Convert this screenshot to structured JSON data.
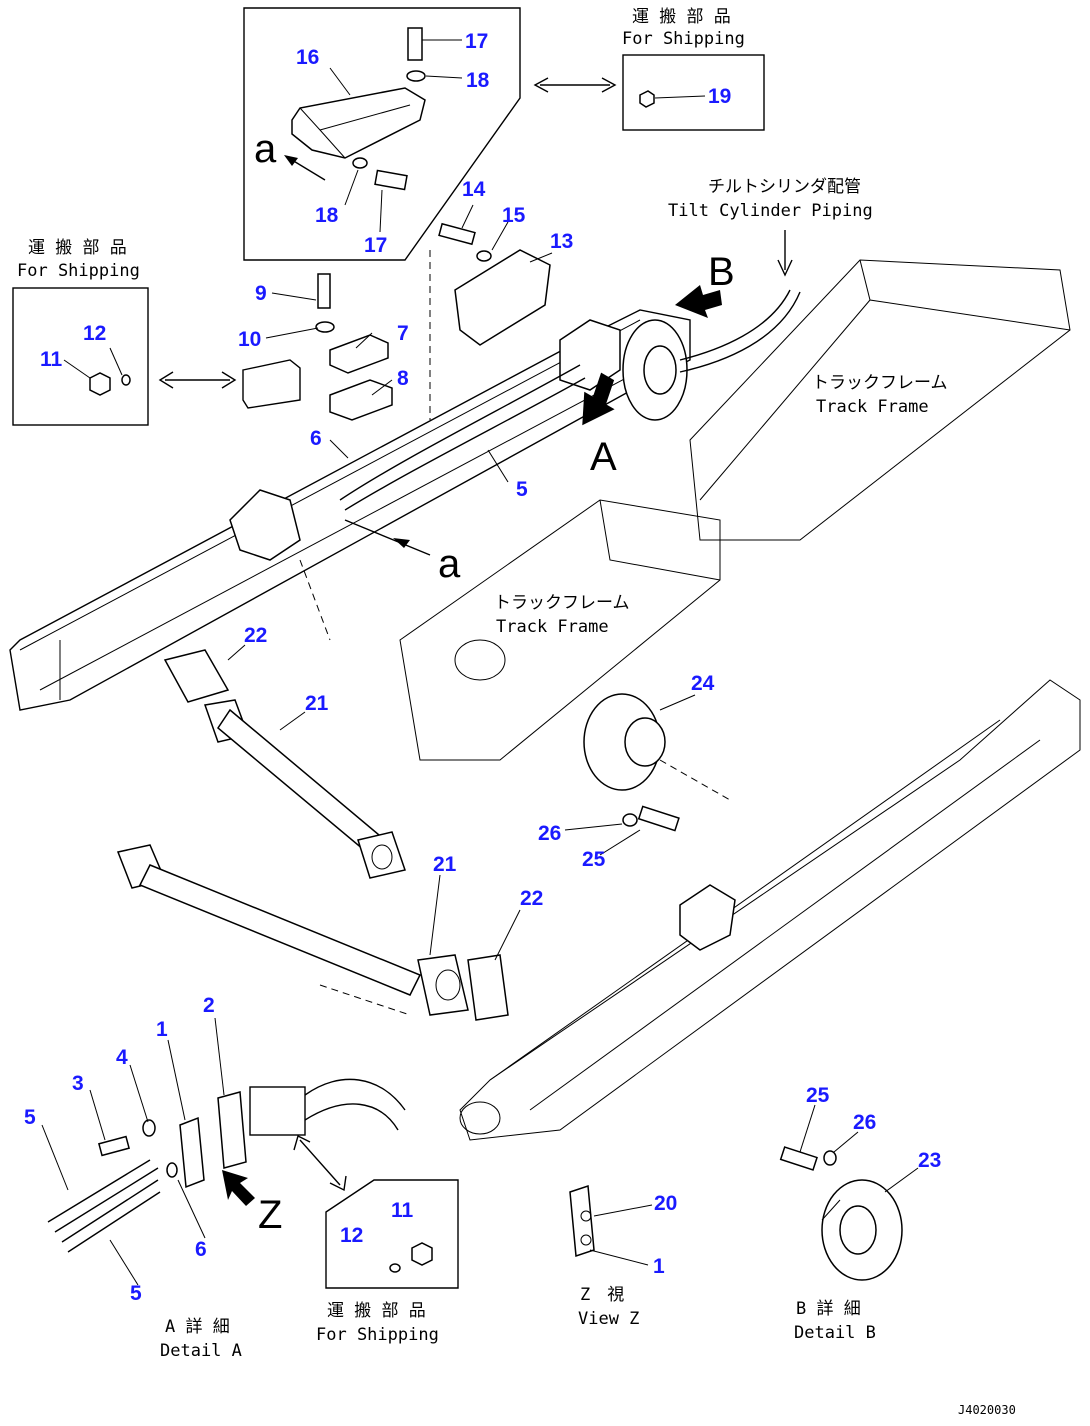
{
  "callouts": {
    "c1": "1",
    "c1b": "1",
    "c2": "2",
    "c3": "3",
    "c4": "4",
    "c5a": "5",
    "c5b": "5",
    "c5c": "5",
    "c6a": "6",
    "c6b": "6",
    "c7": "7",
    "c8": "8",
    "c9": "9",
    "c10": "10",
    "c11a": "11",
    "c11b": "11",
    "c12a": "12",
    "c12b": "12",
    "c13": "13",
    "c14": "14",
    "c15": "15",
    "c16": "16",
    "c17a": "17",
    "c17b": "17",
    "c18a": "18",
    "c18b": "18",
    "c19": "19",
    "c20": "20",
    "c21a": "21",
    "c21b": "21",
    "c22a": "22",
    "c22b": "22",
    "c23": "23",
    "c24": "24",
    "c25a": "25",
    "c25b": "25",
    "c26a": "26",
    "c26b": "26"
  },
  "labels": {
    "shipping_jp": "運 搬 部 品",
    "shipping_en": "For Shipping",
    "tilt_jp": "チルトシリンダ配管",
    "tilt_en": "Tilt Cylinder Piping",
    "track_jp": "トラックフレーム",
    "track_en": "Track Frame",
    "detail_a_jp": "A 詳 細",
    "detail_a_en": "Detail A",
    "view_z_jp": "Z　視",
    "view_z_en": "View Z",
    "detail_b_jp": "B 詳 細",
    "detail_b_en": "Detail B",
    "letter_a": "A",
    "letter_b": "B",
    "letter_z": "Z",
    "letter_small_a": "a",
    "drawing_code": "J4020030"
  }
}
